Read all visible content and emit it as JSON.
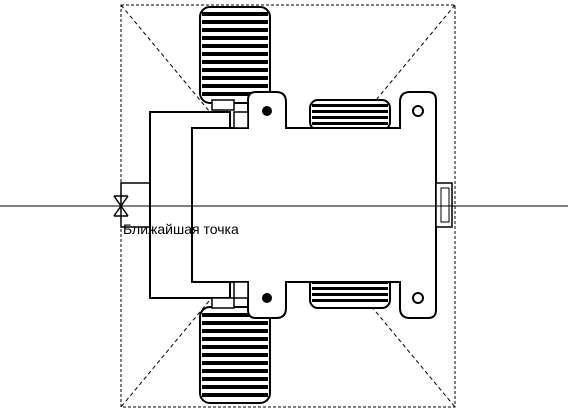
{
  "canvas": {
    "background": "#ffffff",
    "stroke_color": "#000000",
    "construction_line_color": "#000000",
    "bounding_box_style": "dashed",
    "diagonal_style": "dashed"
  },
  "snap": {
    "label": "Ближайшая точка",
    "marker": "nearest-point-marker"
  },
  "drawing": {
    "subject": "gearbox-assembly",
    "parts": [
      "housing",
      "flange",
      "gear-top",
      "gear-bottom",
      "gear-small-top",
      "gear-small-bottom",
      "shaft-left",
      "shaft-right",
      "mounting-holes"
    ]
  }
}
